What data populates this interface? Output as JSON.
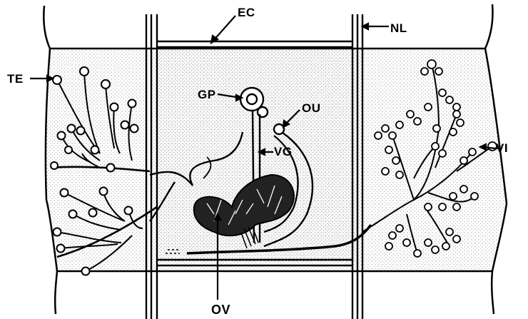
{
  "labels": {
    "ec": "EC",
    "nl": "NL",
    "te": "TE",
    "gp": "GP",
    "ou": "OU",
    "vg": "VG",
    "vi": "VI",
    "ov": "OV"
  },
  "colors": {
    "ink": "#000000",
    "stipple": "#6e6e6e",
    "background": "#ffffff"
  }
}
